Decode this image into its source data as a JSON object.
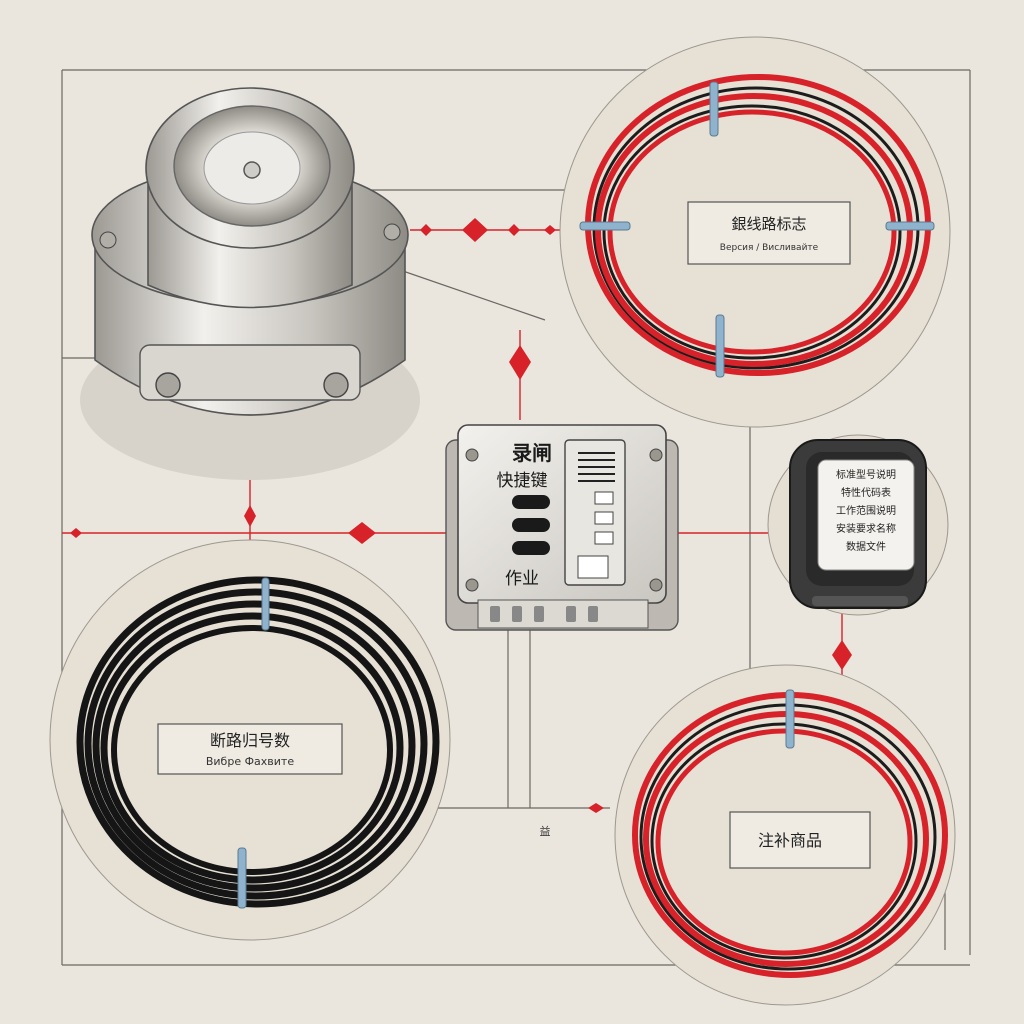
{
  "colors": {
    "paper": "#ebe6dd",
    "ink": "#3a3a3a",
    "accent_red": "#d8222a",
    "cable_black": "#151515",
    "metal_light": "#e4e2de",
    "metal_mid": "#b9b6b0",
    "tie_blue": "#8fb3cc"
  },
  "components": [
    {
      "id": "cylindrical-connector",
      "icon": "connector-housing-icon"
    },
    {
      "id": "red-cable-coil-top",
      "icon": "cable-coil-icon",
      "color": "red",
      "label_lines": [
        "銀线路标志",
        "Версия / Висливайте"
      ]
    },
    {
      "id": "control-module",
      "icon": "terminal-module-icon",
      "label_top": "录闸",
      "label_mid": "快捷键",
      "label_bottom": "作业"
    },
    {
      "id": "sensor-pod",
      "icon": "sensor-icon",
      "label_lines": [
        "标准型号说明",
        "特性代码表",
        "工作范围说明",
        "安装要求名称",
        "数据文件"
      ]
    },
    {
      "id": "black-cable-coil",
      "icon": "cable-coil-icon",
      "color": "black",
      "label_lines": [
        "断路归号数",
        "Вибре Фахвите"
      ]
    },
    {
      "id": "red-cable-coil-bottom",
      "icon": "cable-coil-icon",
      "color": "red",
      "label_lines": [
        "注补商品"
      ]
    }
  ],
  "annotations": {
    "tick_label": "益"
  }
}
